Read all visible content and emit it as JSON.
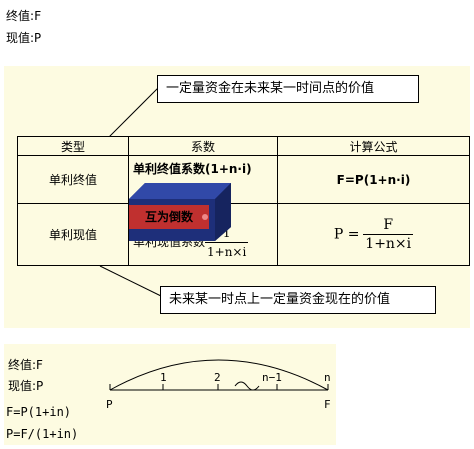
{
  "top": {
    "fv_label": "终值:",
    "fv_symbol": "F",
    "pv_label": "现值:",
    "pv_symbol": "P"
  },
  "callouts": {
    "future_value_def": "一定量资金在未来某一时间点的价值",
    "present_value_def": "未来某一时点上一定量资金现在的价值"
  },
  "table": {
    "headers": [
      "类型",
      "系数",
      "计算公式"
    ],
    "rows": [
      {
        "type": "单利终值",
        "coefficient": "单利终值系数(1+n·i)",
        "formula": "F=P(1+n·i)"
      },
      {
        "type": "单利现值",
        "coefficient_label": "单利现值系数",
        "coefficient_num": "1",
        "coefficient_den": "1+n×i",
        "formula_lhs": "P =",
        "formula_num": "F",
        "formula_den": "1+n×i"
      }
    ]
  },
  "box_label": "互为倒数",
  "bottom": {
    "fv_line": "终值:F",
    "pv_line": "现值:P",
    "formula1": "F=P(1+in)",
    "formula2": "P=F/(1+in)",
    "timeline": {
      "start": "P",
      "end": "F",
      "ticks": [
        "1",
        "2",
        "n−1",
        "n"
      ]
    }
  },
  "colors": {
    "panel": "#fdfbe1",
    "box_front": "#c0302f",
    "box_side": "#1e2f7a",
    "box_top": "#3149a8"
  }
}
